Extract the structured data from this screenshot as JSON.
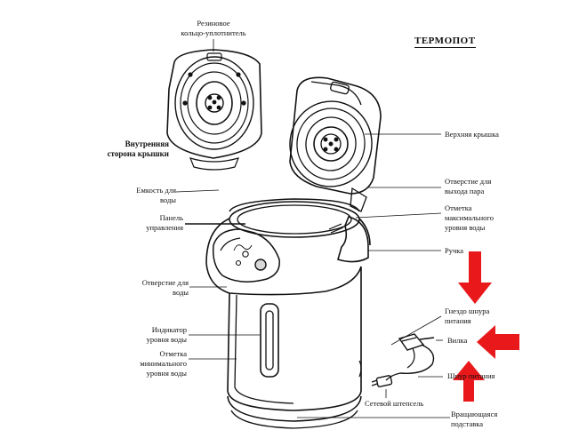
{
  "title": "ТЕРМОПОТ",
  "labels": {
    "gasket": "Резиновое\nкольцо-уплотнитель",
    "lid_inner": "Внутренняя\nсторона крышки",
    "water_tank": "Емкость для\nводы",
    "control_panel": "Панель\nуправления",
    "water_outlet": "Отверстие для\nводы",
    "water_level_indicator": "Индикатор\nуровня воды",
    "min_level_mark": "Отметка\nминимального\nуровня воды",
    "top_lid": "Верхняя крышка",
    "steam_vent": "Отверстие для\nвыхода пара",
    "max_level_mark": "Отметка\nмаксимального\nуровня воды",
    "handle": "Ручка",
    "power_socket": "Гнездо шнура\nпитания",
    "plug": "Вилка",
    "power_cord": "Шнур питания",
    "mains_plug": "Сетевой штепсель",
    "rotating_base": "Вращающаяся\nподставка"
  },
  "colors": {
    "arrow": "#e8181b",
    "line": "#111111",
    "panel_button": "#d9d9d9"
  }
}
